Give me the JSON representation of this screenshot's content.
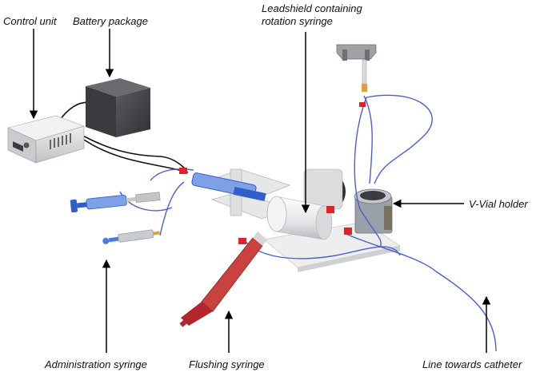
{
  "labels": {
    "control_unit": "Control unit",
    "battery_package": "Battery package",
    "leadshield_line1": "Leadshield containing",
    "leadshield_line2": "rotation syringe",
    "v_vial_holder": "V-Vial holder",
    "administration_syringe": "Administration syringe",
    "flushing_syringe": "Flushing syringe",
    "line_towards_catheter": "Line towards catheter"
  },
  "colors": {
    "tubing": "#4a5fd1",
    "valve_red": "#e0232a",
    "flushing_fluid": "#b3262b",
    "syringe_blue": "#2f5fc8",
    "device_gray": "#d9dbde",
    "box_dark": "#4a4b4f"
  }
}
